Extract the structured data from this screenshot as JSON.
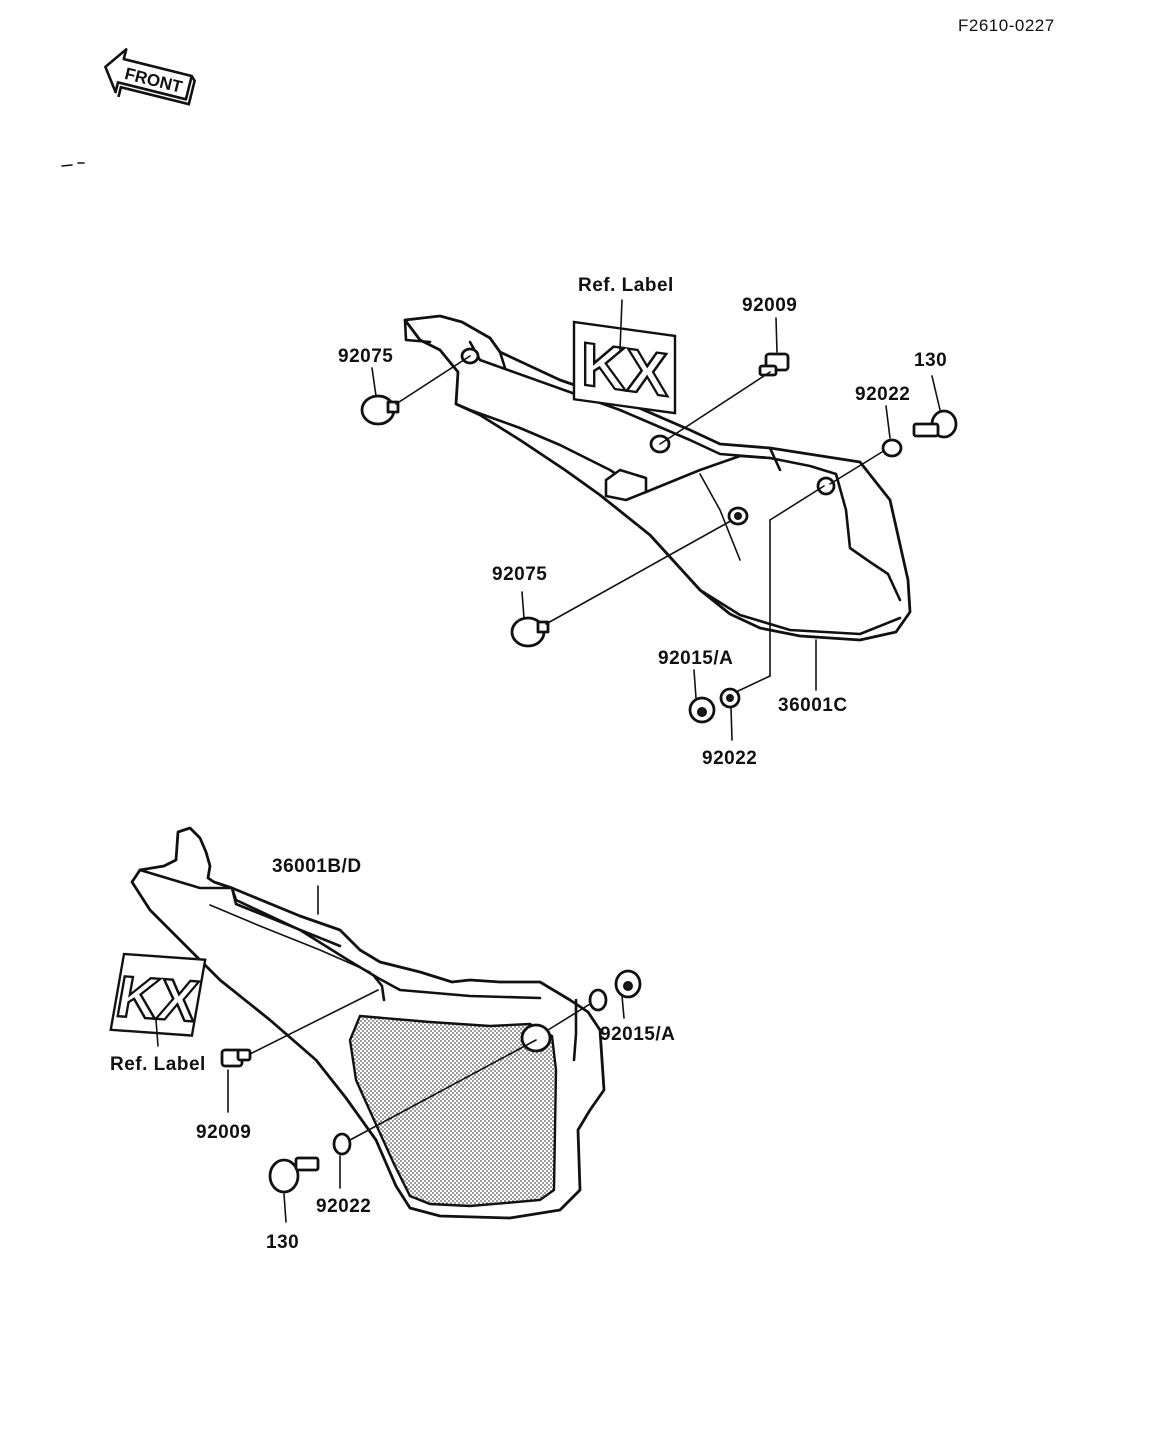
{
  "figure_code": "F2610-0227",
  "front_arrow_text": "FRONT",
  "kx_logo_text": "KX",
  "upper_assembly": {
    "ref_label": "Ref. Label",
    "label_92009": "92009",
    "label_92075_top": "92075",
    "label_130": "130",
    "label_92022_right": "92022",
    "label_92075_lower": "92075",
    "label_92015a": "92015/A",
    "label_36001c": "36001C",
    "label_92022_bottom": "92022"
  },
  "lower_assembly": {
    "label_36001bd": "36001B/D",
    "ref_label": "Ref. Label",
    "label_92009": "92009",
    "label_92015a": "92015/A",
    "label_92022": "92022",
    "label_130": "130"
  }
}
